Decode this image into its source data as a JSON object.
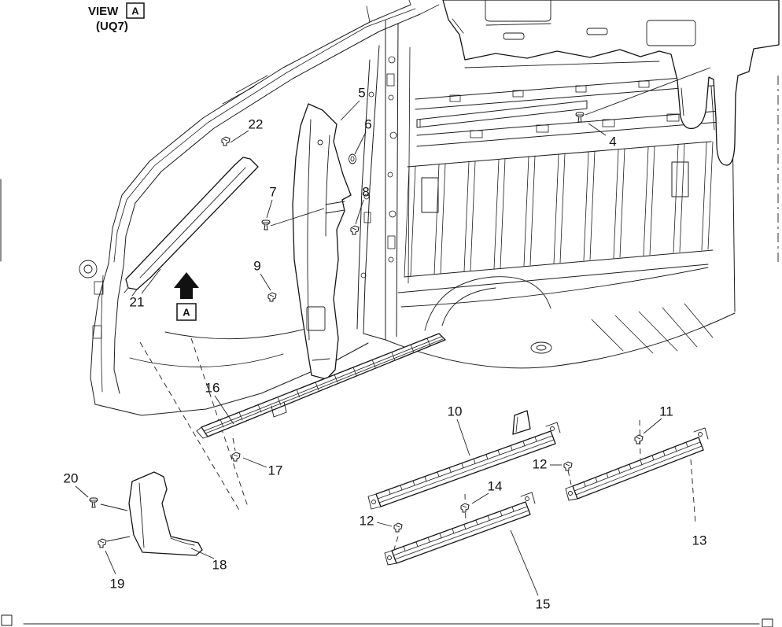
{
  "title": {
    "view": "VIEW",
    "reference": "A",
    "code": "(UQ7)"
  },
  "view_arrow": {
    "label": "A"
  },
  "callouts": {
    "item4": "4",
    "item5": "5",
    "item6": "6",
    "item7": "7",
    "item8": "8",
    "item9": "9",
    "item10": "10",
    "item11": "11",
    "item12a": "12",
    "item12b": "12",
    "item13": "13",
    "item14": "14",
    "item15": "15",
    "item16": "16",
    "item17": "17",
    "item18": "18",
    "item19": "19",
    "item20": "20",
    "item21": "21",
    "item22": "22"
  },
  "colors": {
    "line": "#1c1c1c",
    "background": "#ffffff"
  }
}
